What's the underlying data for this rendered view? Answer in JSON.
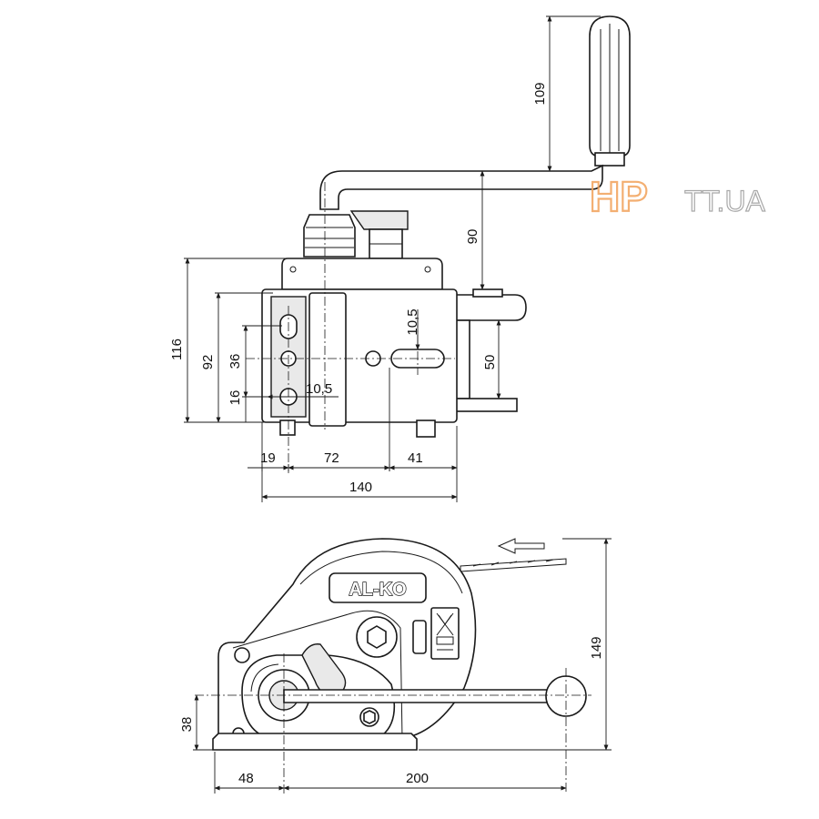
{
  "top_view": {
    "dim_handle_height": "109",
    "dim_crank_height": "90",
    "dim_total_height": "116",
    "dim_plate_height": "92",
    "dim_hole_pitch": "36",
    "dim_lower_offset": "16",
    "dim_hole_dia_left": "10,5",
    "dim_hole_dia_slot": "10,5",
    "dim_slot_height": "50",
    "dim_left_offset": "19",
    "dim_mid_span": "72",
    "dim_right_offset": "41",
    "dim_total_width": "140"
  },
  "side_view": {
    "brand": "AL-KO",
    "dim_total_height": "149",
    "dim_axis_height": "38",
    "dim_axis_offset": "48",
    "dim_handle_length": "200"
  },
  "watermark": {
    "logo_text": "HP",
    "domain_text": "TT.UA"
  },
  "colors": {
    "line": "#1a1a1a",
    "watermark_orange": "#f2a25a",
    "watermark_grey": "#9a9a9a"
  }
}
